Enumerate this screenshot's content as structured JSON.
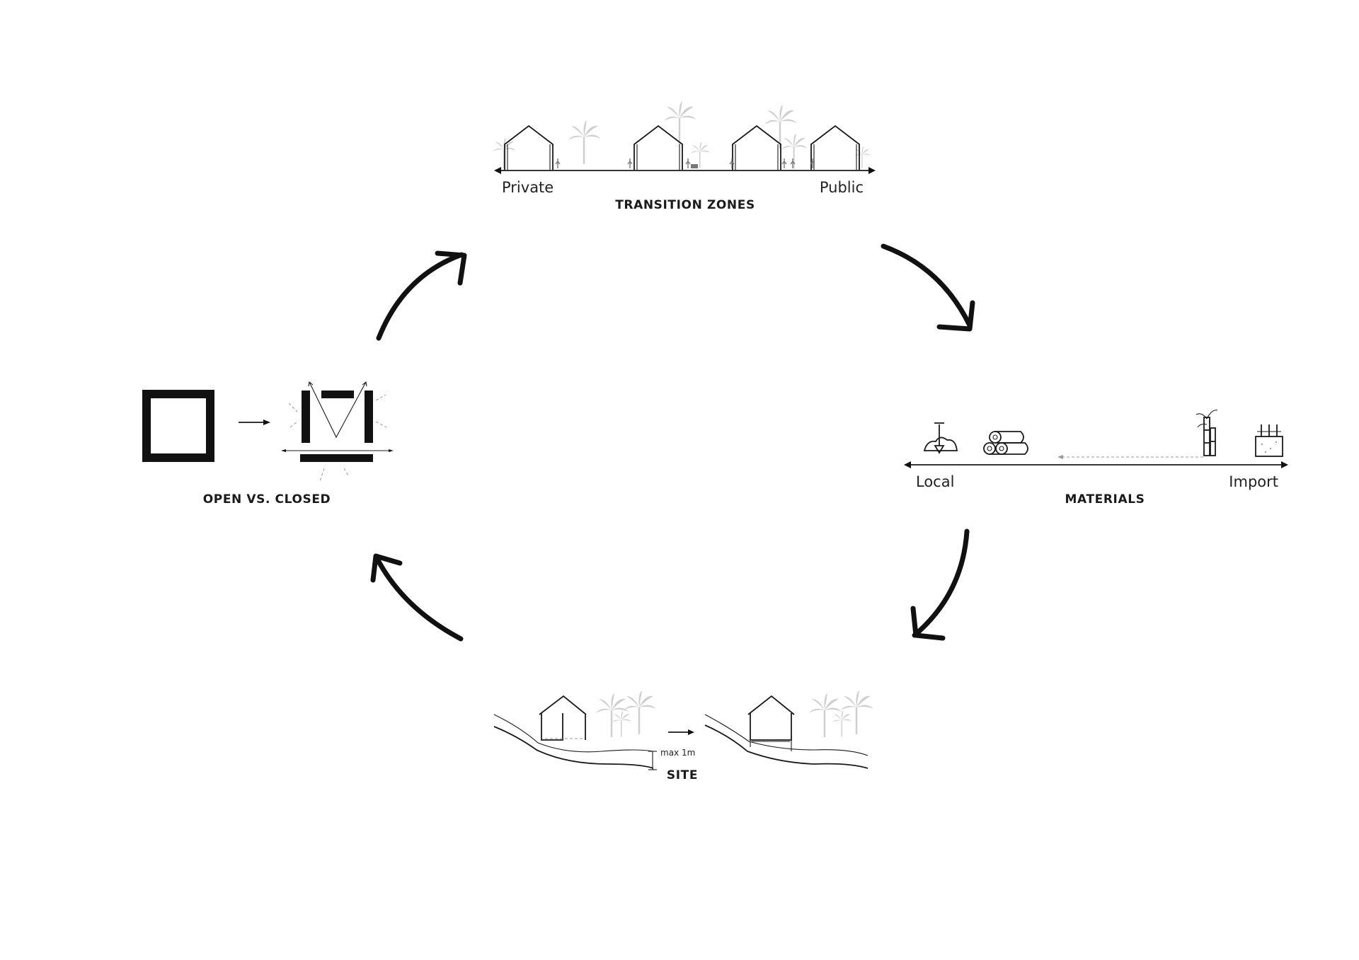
{
  "diagram": {
    "nodes": [
      {
        "id": "transition",
        "title": "TRANSITION ZONES",
        "axis_left": "Private",
        "axis_right": "Public"
      },
      {
        "id": "materials",
        "title": "MATERIALS",
        "axis_left": "Local",
        "axis_right": "Import"
      },
      {
        "id": "site",
        "title": "SITE",
        "annotation": "max 1m"
      },
      {
        "id": "open_closed",
        "title": "OPEN VS. CLOSED"
      }
    ],
    "flow": [
      "transition",
      "materials",
      "site",
      "open_closed",
      "transition"
    ],
    "icons": {
      "materials": [
        "soil-shovel-icon",
        "timber-logs-icon",
        "bamboo-icon",
        "concrete-block-icon"
      ]
    }
  }
}
